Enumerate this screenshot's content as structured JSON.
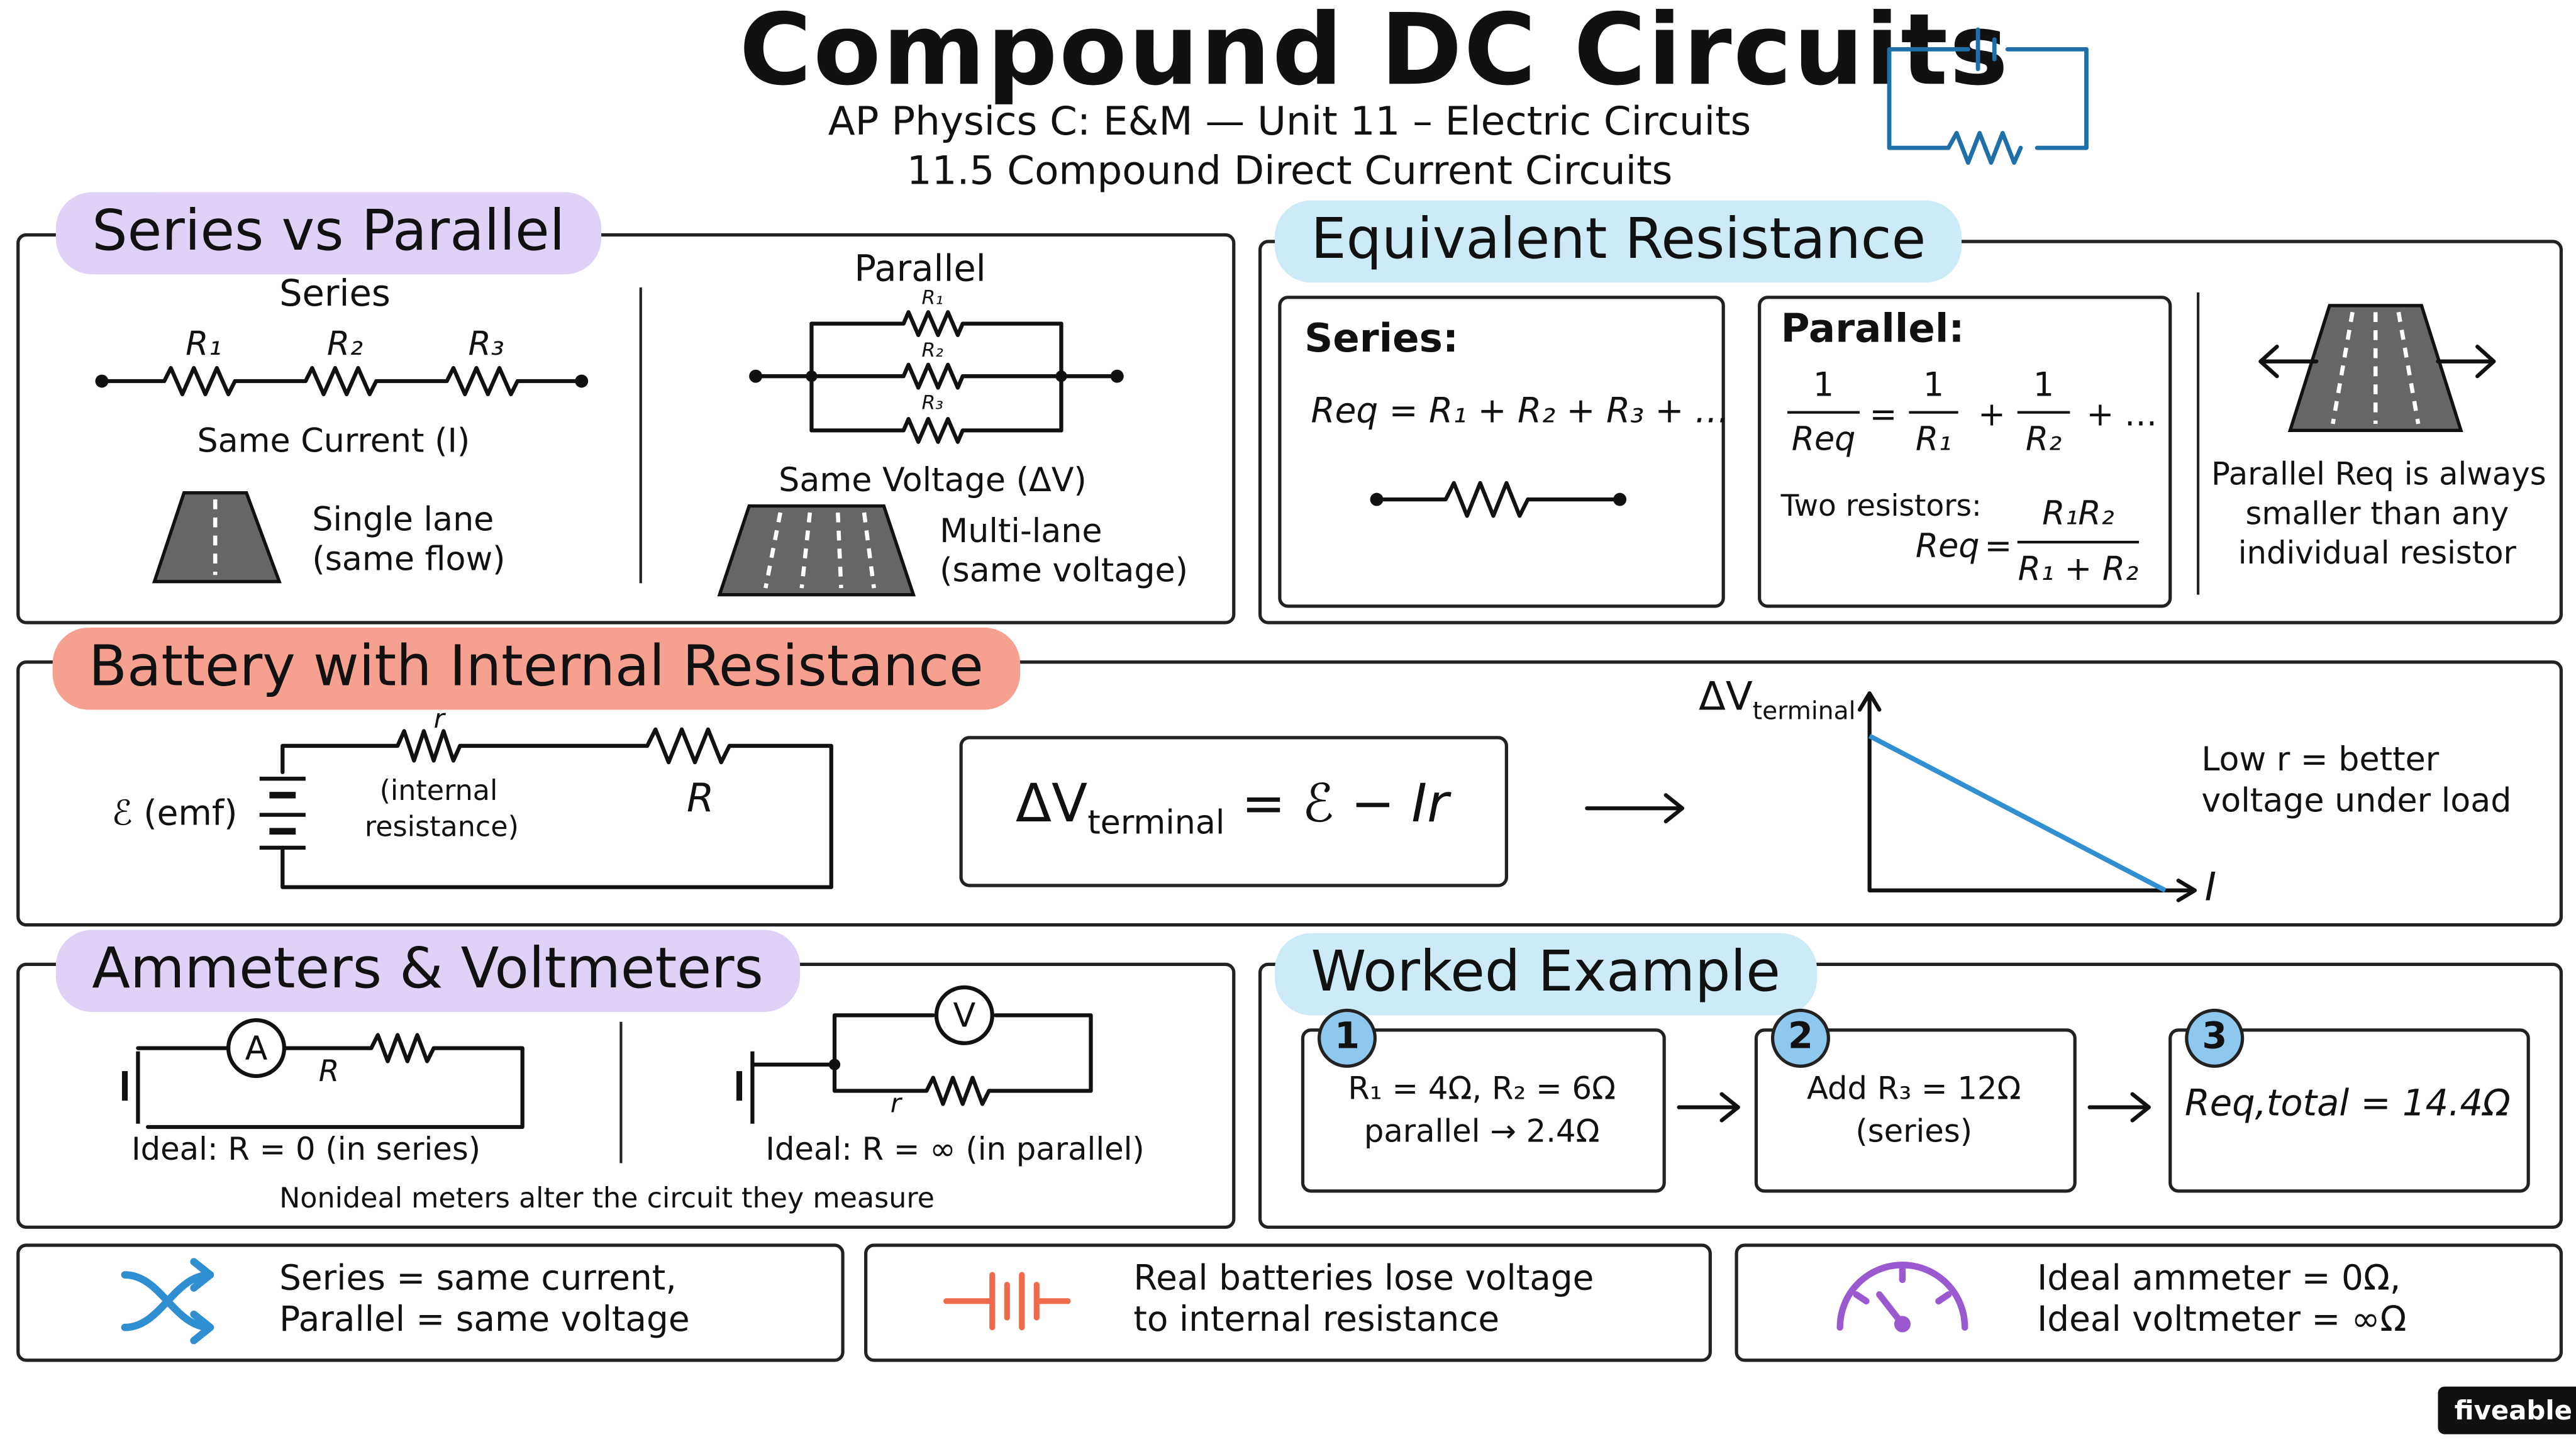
{
  "header": {
    "title": "Compound DC Circuits",
    "subtitle_1": "AP Physics C: E&M — Unit 11 – Electric Circuits",
    "subtitle_2": "11.5 Compound Direct Current Circuits"
  },
  "series_vs_parallel": {
    "heading": "Series vs Parallel",
    "series_label": "Series",
    "r1": "R₁",
    "r2": "R₂",
    "r3": "R₃",
    "same_current": "Same Current (I)",
    "road_single_1": "Single lane",
    "road_single_2": "(same flow)",
    "parallel_label": "Parallel",
    "same_voltage": "Same Voltage (ΔV)",
    "road_multi_1": "Multi-lane",
    "road_multi_2": "(same voltage)"
  },
  "equivalent_resistance": {
    "heading": "Equivalent Resistance",
    "series_title": "Series:",
    "series_formula": "Req = R₁ + R₂ + R₃ + …",
    "parallel_title": "Parallel:",
    "parallel_num": "1",
    "parallel_lhs": "Req",
    "parallel_r1": "R₁",
    "parallel_r2": "R₂",
    "parallel_tail": "+ …",
    "two_resistors": "Two resistors:",
    "two_lhs": "Req",
    "two_num": "R₁R₂",
    "two_den": "R₁ + R₂",
    "note_1": "Parallel Req is always",
    "note_2": "smaller than any",
    "note_3": "individual resistor"
  },
  "battery": {
    "heading": "Battery with Internal Resistance",
    "emf": "ℰ (emf)",
    "r_small": "r",
    "internal_1": "(internal",
    "internal_2": "resistance)",
    "R_load": "R",
    "formula": "ΔVterminal = ℰ − Ir",
    "graph_ylabel": "ΔVterminal",
    "graph_xlabel": "I",
    "note_1": "Low r = better",
    "note_2": "voltage under load",
    "line_color": "#2f8fd0"
  },
  "meters": {
    "heading": "Ammeters & Voltmeters",
    "ammeter_symbol": "A",
    "ammeter_R": "R",
    "ammeter_ideal": "Ideal: R = 0 (in series)",
    "voltmeter_symbol": "V",
    "voltmeter_r": "r",
    "voltmeter_ideal": "Ideal: R = ∞ (in parallel)",
    "note": "Nonideal meters alter the circuit they measure"
  },
  "worked_example": {
    "heading": "Worked Example",
    "steps": [
      {
        "num": "1",
        "line1": "R₁ = 4Ω, R₂ = 6Ω",
        "line2": "parallel → 2.4Ω"
      },
      {
        "num": "2",
        "line1": "Add R₃ = 12Ω",
        "line2": "(series)"
      },
      {
        "num": "3",
        "line1": "Req,total = 14.4Ω",
        "line2": ""
      }
    ]
  },
  "takeaways": [
    {
      "icon": "shuffle-arrows-icon",
      "line1": "Series = same current,",
      "line2": "Parallel = same voltage",
      "color": "#2f8fd0"
    },
    {
      "icon": "battery-icon",
      "line1": "Real batteries lose voltage",
      "line2": "to internal resistance",
      "color": "#ef6a4a"
    },
    {
      "icon": "gauge-icon",
      "line1": "Ideal ammeter = 0Ω,",
      "line2": "Ideal voltmeter = ∞Ω",
      "color": "#9b59d0"
    }
  ],
  "brand": "fiveable"
}
